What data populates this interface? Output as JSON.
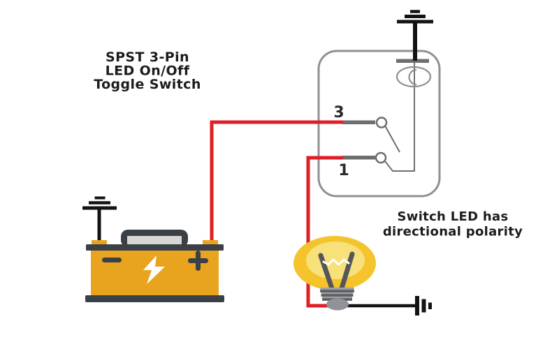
{
  "diagram_title": {
    "line1": "SPST 3-Pin",
    "line2": "LED On/Off",
    "line3": "Toggle Switch"
  },
  "annotation": {
    "line1": "Switch LED has",
    "line2": "directional polarity"
  },
  "toggle_switch": {
    "pin3_label": "3",
    "pin1_label": "1"
  },
  "battery": {
    "negative_symbol": "-",
    "positive_symbol": "+"
  },
  "colors": {
    "wire_red": "#de1f26",
    "wire_black": "#131313",
    "outline_gray": "#909090",
    "pin_gray": "#6e6e6e",
    "battery_yellow": "#e9a41f",
    "battery_dark": "#3a4046",
    "handle_light": "#d7d6d2",
    "bulb_yellow": "#f5c42c",
    "bulb_inner": "#f8e07a",
    "prong_gray": "#54565a",
    "base_gray": "#9ea1a4",
    "base_stripe": "#5b5e62",
    "tip_gray": "#8f9296",
    "text_dark": "#1c1c1c"
  }
}
